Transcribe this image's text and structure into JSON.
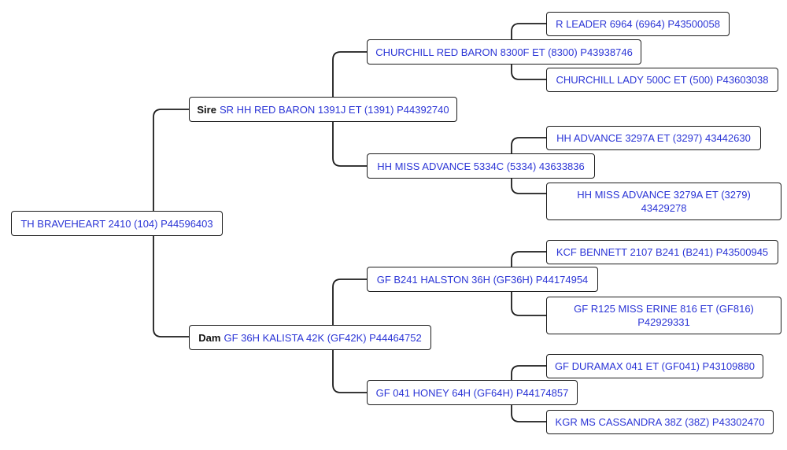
{
  "root": {
    "name": "TH BRAVEHEART 2410 (104) P44596403",
    "sire": {
      "role": "Sire",
      "name": "SR HH RED BARON 1391J ET (1391) P44392740",
      "sire": {
        "name": "CHURCHILL RED BARON 8300F ET (8300) P43938746",
        "sire": {
          "name": "R LEADER 6964 (6964) P43500058"
        },
        "dam": {
          "name": "CHURCHILL LADY 500C ET (500) P43603038"
        }
      },
      "dam": {
        "name": "HH MISS ADVANCE 5334C (5334) 43633836",
        "sire": {
          "name": "HH ADVANCE 3297A ET (3297) 43442630"
        },
        "dam": {
          "name": "HH MISS ADVANCE 3279A ET (3279) 43429278"
        }
      }
    },
    "dam": {
      "role": "Dam",
      "name": "GF 36H KALISTA 42K (GF42K) P44464752",
      "sire": {
        "name": "GF B241 HALSTON 36H (GF36H) P44174954",
        "sire": {
          "name": "KCF BENNETT 2107 B241 (B241) P43500945"
        },
        "dam": {
          "name": "GF R125 MISS ERINE 816 ET (GF816) P42929331"
        }
      },
      "dam": {
        "name": "GF 041 HONEY 64H (GF64H) P44174857",
        "sire": {
          "name": "GF DURAMAX 041 ET (GF041) P43109880"
        },
        "dam": {
          "name": "KGR MS CASSANDRA 38Z (38Z) P43302470"
        }
      }
    }
  }
}
